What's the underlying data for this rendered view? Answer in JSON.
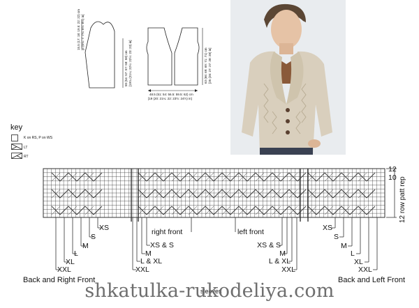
{
  "key": {
    "title": "key",
    "items": [
      {
        "icon": "blank-square-icon",
        "text": "K on RS, P on WS"
      },
      {
        "icon": "left-twist-icon",
        "text": "LT"
      },
      {
        "icon": "right-twist-icon",
        "text": "RT"
      }
    ]
  },
  "sleeve_dims": {
    "cap": "15.5 (17: 18: 19.5: 22: 22) cm",
    "cap_in": "[6 (6¾: 7: 7¾: 8½: 8½) in]",
    "length": "50 (54: 57: 57: 58: 58) cm",
    "length_in": "[19¾ (21¼: 22½: 22½: 23: 23) in]"
  },
  "body_dims": {
    "width": "48.5 (51: 54: 56.5: 59.5: 62) cm",
    "width_in": "[19 (20: 21¼: 22: 23½: 24½) in]",
    "length": "63 (66: 69: 69: 71: 71) cm",
    "length_in": "[25 (26: 27: 27: 28: 28) in]"
  },
  "chart": {
    "row_numbers": [
      "12",
      "10"
    ],
    "patt_rep": "12 row patt rep",
    "left_sizes": [
      "XS",
      "S",
      "M",
      "L",
      "XL",
      "XXL"
    ],
    "left_caption": "Back and Right Front",
    "center_front_labels": [
      "right front",
      "left front"
    ],
    "center_left_sizes": [
      "XS & S",
      "M",
      "L & XL",
      "XXL"
    ],
    "center_right_sizes": [
      "XS & S",
      "M",
      "L & XL",
      "XXL"
    ],
    "sleeves_caption": "sleeves",
    "right_sizes": [
      "XS",
      "S",
      "M",
      "L",
      "XL",
      "XXL"
    ],
    "right_caption": "Back and Left Front"
  },
  "watermark": "shkatulka-rukodeliya.com",
  "colors": {
    "grid": "#333333",
    "photo_bg": "#e9ecef",
    "cardigan": "#d9cfbd"
  }
}
